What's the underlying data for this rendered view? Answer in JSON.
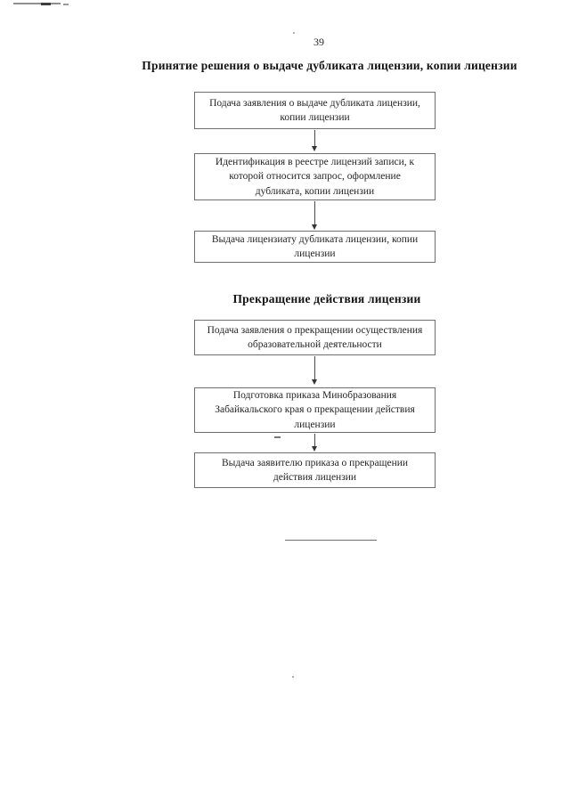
{
  "page": {
    "number": "39"
  },
  "colors": {
    "background": "#ffffff",
    "text": "#1e1e1e",
    "box_border": "#6e6e6e",
    "arrow": "#333333"
  },
  "sections": [
    {
      "title": "Принятие решения о выдаче дубликата лицензии, копии лицензии",
      "boxes": [
        {
          "lines": [
            "Подача заявления о выдаче дубликата лицензии,",
            "копии лицензии"
          ]
        },
        {
          "lines": [
            "Идентификация в реестре лицензий записи, к",
            "которой относится запрос, оформление",
            "дубликата, копии лицензии"
          ]
        },
        {
          "lines": [
            "Выдача лицензиату дубликата лицензии, копии",
            "лицензии"
          ]
        }
      ]
    },
    {
      "title": "Прекращение действия лицензии",
      "boxes": [
        {
          "lines": [
            "Подача заявления о прекращении осуществления",
            "образовательной деятельности"
          ]
        },
        {
          "lines": [
            "Подготовка приказа Минобразования",
            "Забайкальского края о прекращении действия",
            "лицензии"
          ]
        },
        {
          "lines": [
            "Выдача заявителю приказа о прекращении",
            "действия лицензии"
          ]
        }
      ]
    }
  ]
}
